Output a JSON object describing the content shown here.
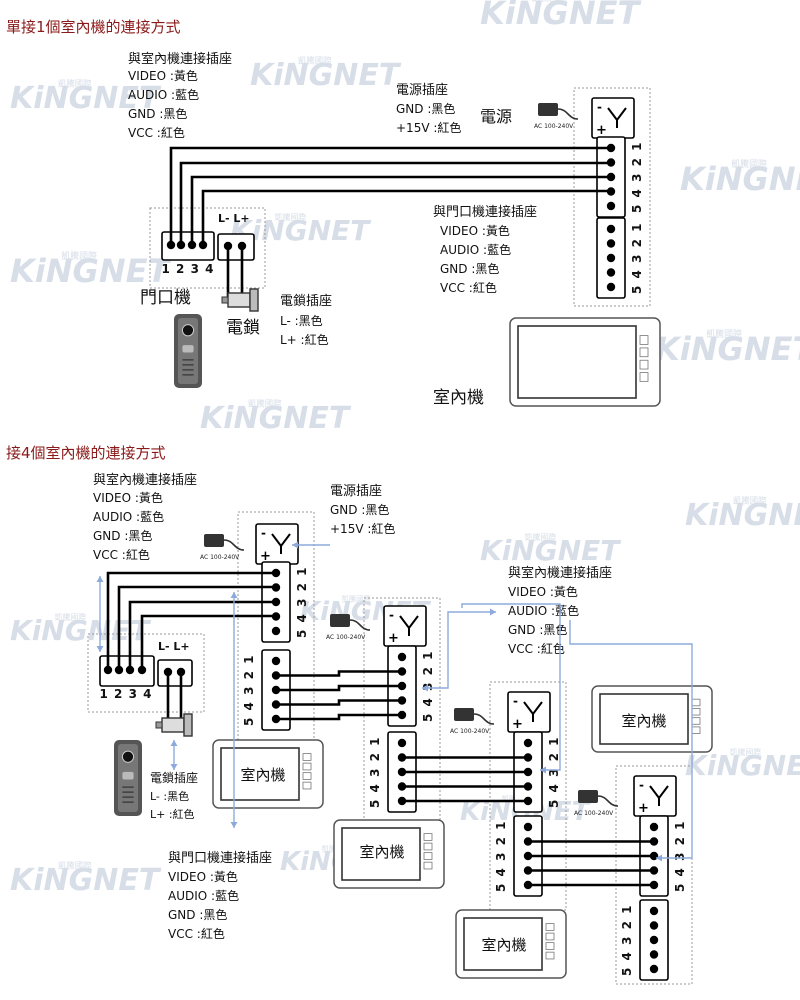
{
  "watermark": {
    "brand": "KiNGNET",
    "small": "凱騰國際"
  },
  "sections": [
    {
      "id": "one",
      "title": "單接1個室內機的連接方式"
    },
    {
      "id": "four",
      "title": "接4個室內機的連接方式"
    }
  ],
  "labels": {
    "video_socket": "與室內機連接插座",
    "door_socket": "與門口機連接插座",
    "video": "VIDEO :黃色",
    "audio": "AUDIO :藍色",
    "gnd": "GND :黑色",
    "vcc": "VCC :紅色",
    "power_socket": "電源插座",
    "power_gnd": "GND :黑色",
    "power_15v": "+15V :紅色",
    "power_big": "電源",
    "adapter": "AC 100-240V",
    "door_unit": "門口機",
    "lock_big": "電鎖",
    "lock_socket": "電鎖插座",
    "lock_minus": "L- :黑色",
    "lock_plus": "L+ :紅色",
    "lock_terms": "L- L+",
    "door_pins": "1 2 3 4",
    "pins_vertical": "5 4 3 2 1",
    "indoor_unit": "室內機",
    "minus": "-",
    "plus": "+"
  },
  "colors": {
    "title": "#8b1a1a",
    "wire": "#000000",
    "arrow": "#8eaadc",
    "box": "#9a9a9a",
    "watermark": "#d3dbe6",
    "text": "#111111"
  }
}
